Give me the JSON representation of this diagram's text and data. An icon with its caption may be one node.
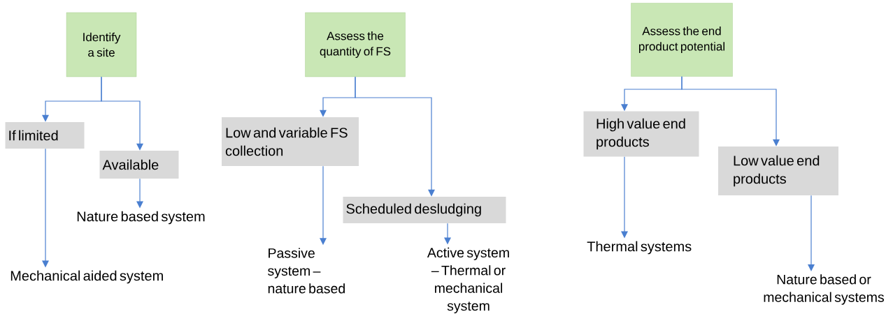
{
  "diagram": {
    "nodes": [
      {
        "text": [
          "Identify a site"
        ]
      },
      {
        "text": [
          "If limited"
        ]
      },
      {
        "text": [
          "Available"
        ]
      },
      {
        "text": [
          "Nature based system"
        ]
      },
      {
        "text": [
          "Mechanical aided system"
        ]
      },
      {
        "text": [
          "Assess the quantity of FS"
        ]
      },
      {
        "text": [
          "Low and variable FS collection"
        ]
      },
      {
        "text": [
          "Scheduled desludging"
        ]
      },
      {
        "text": [
          "Passive system – nature based"
        ]
      },
      {
        "text": [
          "Active system – Thermal or mechanical system"
        ]
      },
      {
        "text": [
          "Assess the end product potential"
        ]
      },
      {
        "text": [
          "High value end products"
        ]
      },
      {
        "text": [
          "Low value end products"
        ]
      },
      {
        "text": [
          "Thermal systems"
        ]
      },
      {
        "text": [
          "Nature based or mechanical systems"
        ]
      }
    ],
    "edges": [
      {
        "from": 0,
        "to": 1,
        "arrow": "to"
      },
      {
        "from": 0,
        "to": 2,
        "arrow": "to"
      },
      {
        "from": 1,
        "to": 4,
        "arrow": "to"
      },
      {
        "from": 2,
        "to": 3,
        "arrow": "to"
      },
      {
        "from": 5,
        "to": 6,
        "arrow": "to"
      },
      {
        "from": 5,
        "to": 7,
        "arrow": "to"
      },
      {
        "from": 6,
        "to": 8,
        "arrow": "to"
      },
      {
        "from": 7,
        "to": 9,
        "arrow": "to"
      },
      {
        "from": 10,
        "to": 11,
        "arrow": "to"
      },
      {
        "from": 10,
        "to": 12,
        "arrow": "to"
      },
      {
        "from": 11,
        "to": 13,
        "arrow": "to"
      },
      {
        "from": 12,
        "to": 14,
        "arrow": "to"
      }
    ]
  }
}
